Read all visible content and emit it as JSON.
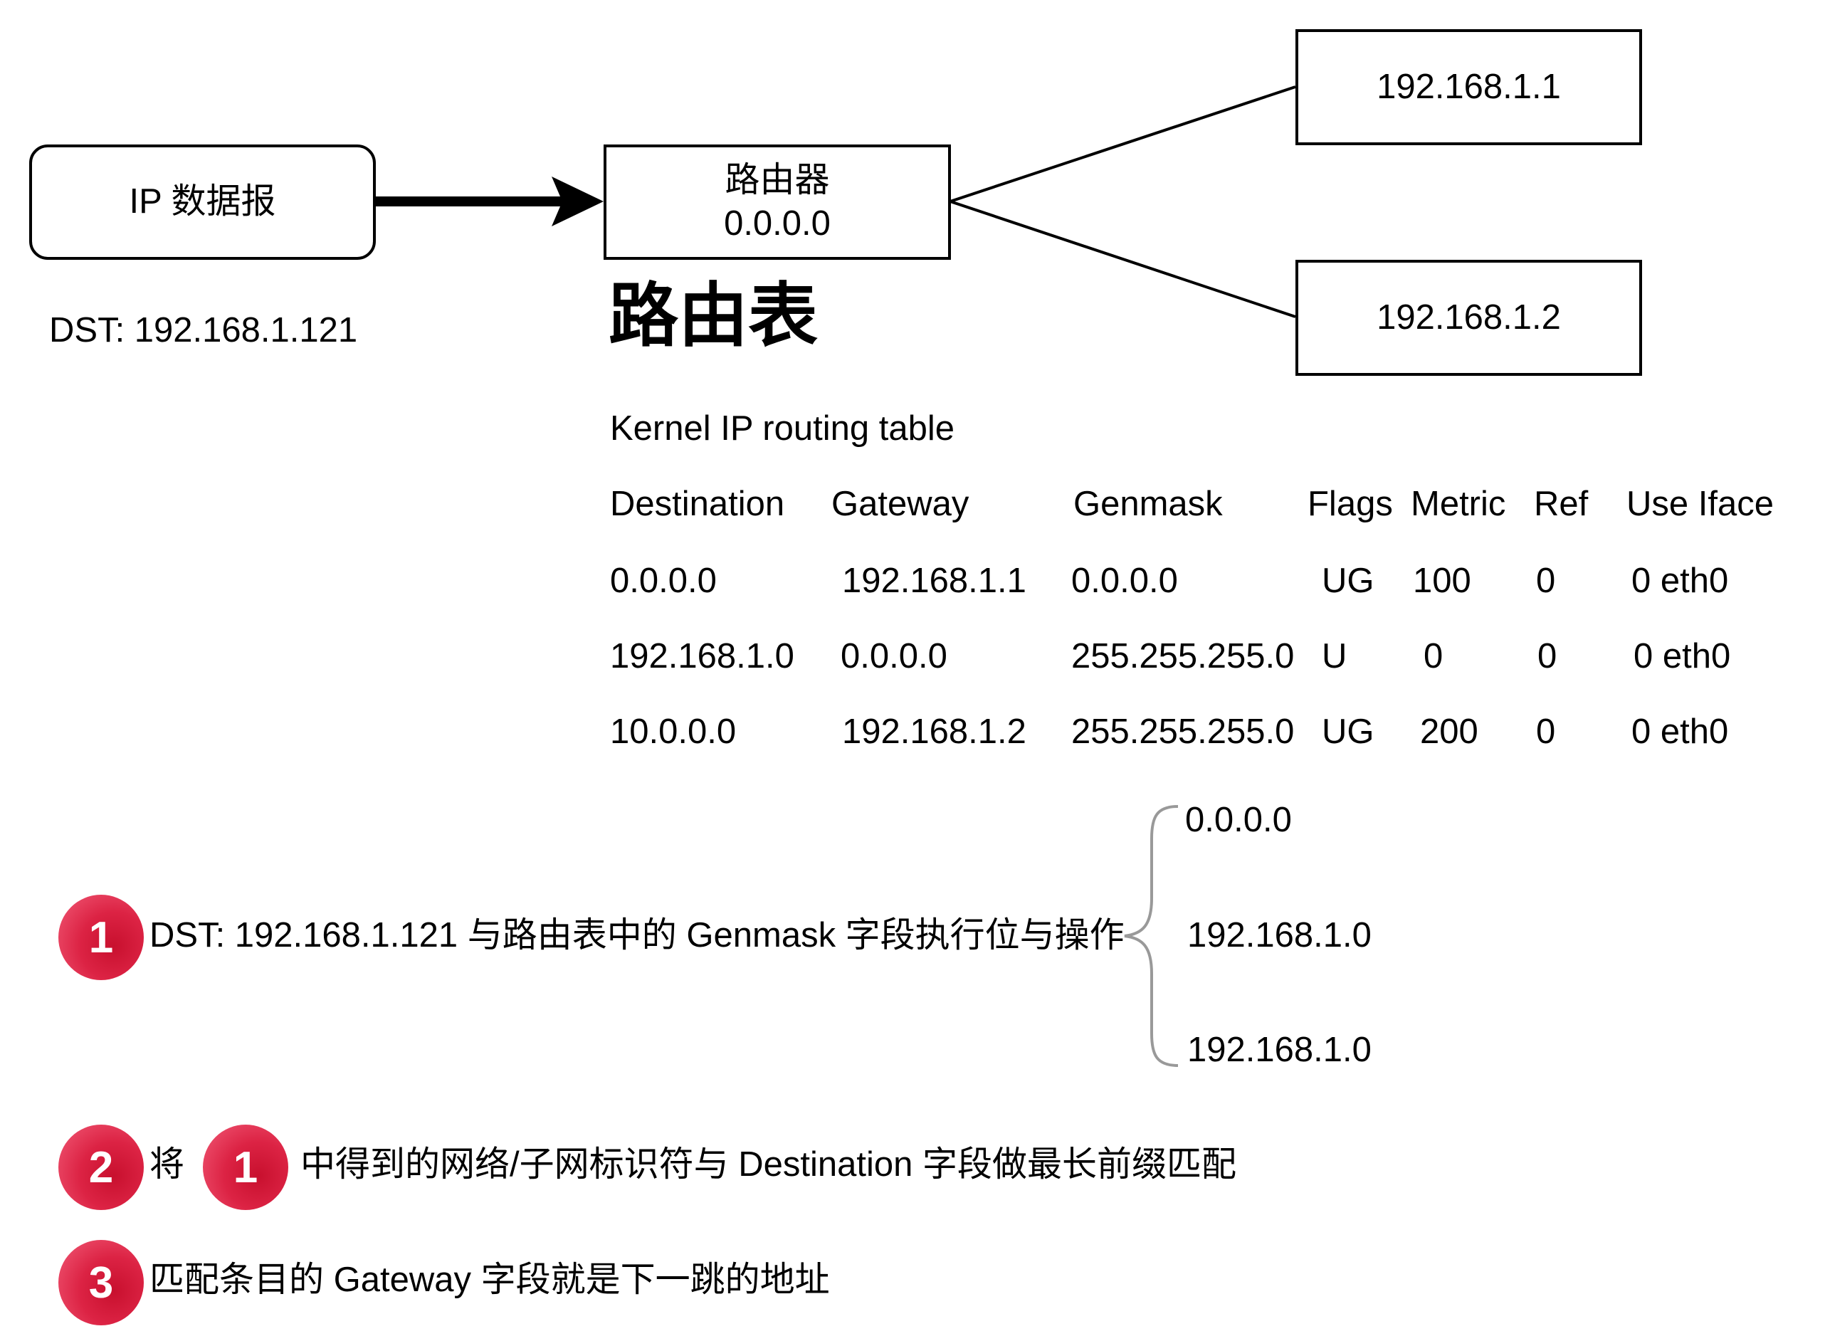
{
  "packet": {
    "label": "IP 数据报",
    "dst": "DST: 192.168.1.121"
  },
  "router": {
    "name": "路由器",
    "ip": "0.0.0.0"
  },
  "next_hops": [
    "192.168.1.1",
    "192.168.1.2"
  ],
  "routing_table": {
    "title": "路由表",
    "caption": "Kernel IP routing table",
    "headers": [
      "Destination",
      "Gateway",
      "Genmask",
      "Flags",
      "Metric",
      "Ref",
      "Use Iface"
    ],
    "rows": [
      [
        "0.0.0.0",
        "192.168.1.1",
        "0.0.0.0",
        "UG",
        "100",
        "0",
        "0 eth0"
      ],
      [
        "192.168.1.0",
        "0.0.0.0",
        "255.255.255.0",
        "U",
        "0",
        "0",
        "0 eth0"
      ],
      [
        "10.0.0.0",
        "192.168.1.2",
        "255.255.255.0",
        "UG",
        "200",
        "0",
        "0 eth0"
      ]
    ]
  },
  "and_results": [
    "0.0.0.0",
    "192.168.1.0",
    "192.168.1.0"
  ],
  "steps": [
    {
      "badge": "1",
      "text": "DST: 192.168.1.121 与路由表中的 Genmask 字段执行位与操作"
    },
    {
      "badge": "2",
      "prefix": "将",
      "ref_badge": "1",
      "text": "中得到的网络/子网标识符与 Destination 字段做最长前缀匹配"
    },
    {
      "badge": "3",
      "text": "匹配条目的 Gateway 字段就是下一跳的地址"
    }
  ],
  "colors": {
    "badge": "#d81b3c",
    "line": "#000000",
    "brace": "#999999"
  }
}
